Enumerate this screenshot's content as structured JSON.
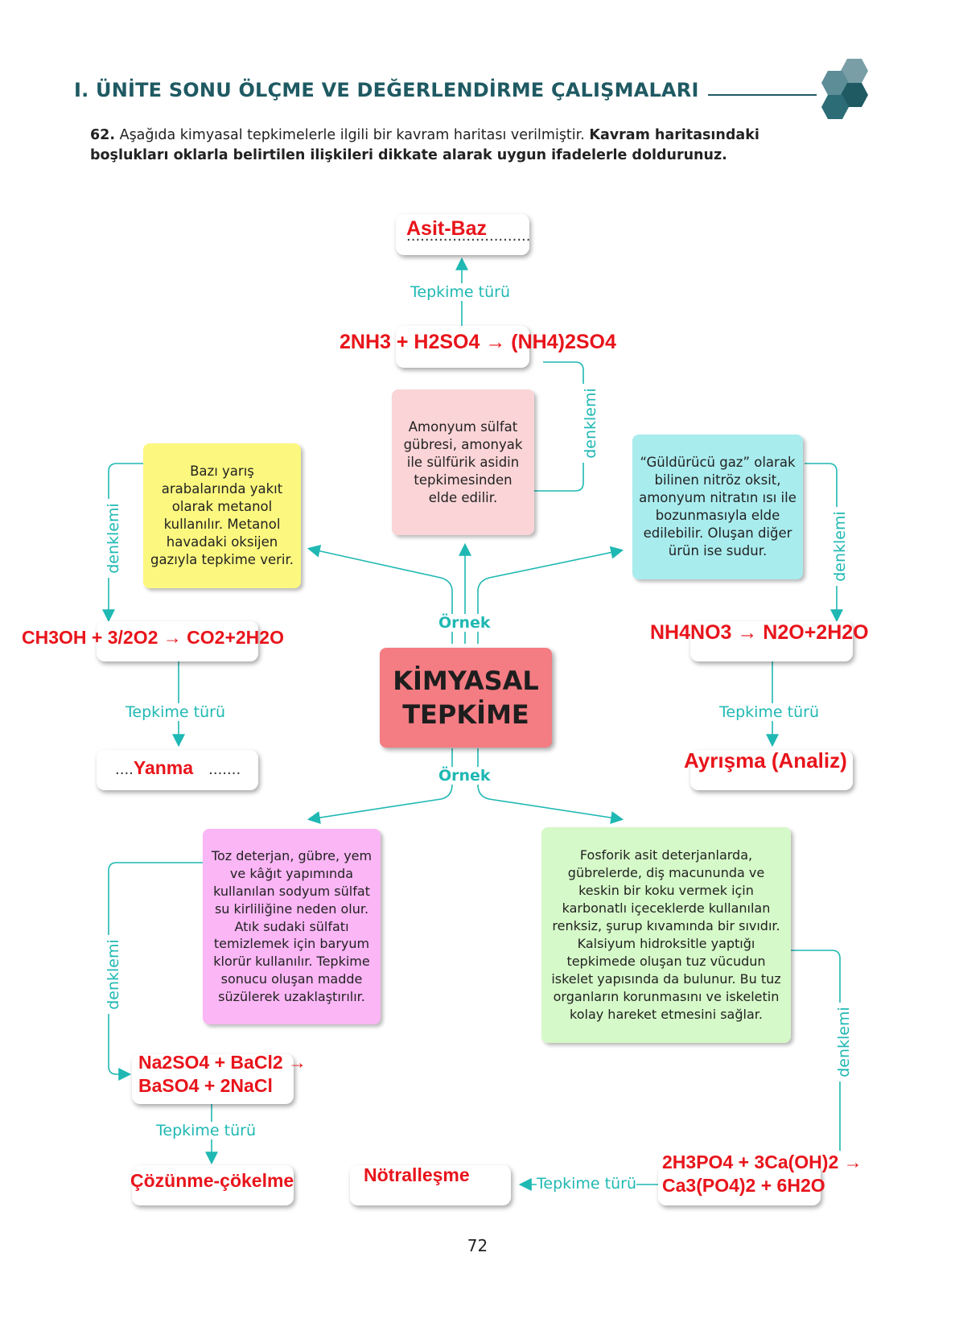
{
  "header": {
    "title": "I. ÜNİTE SONU ÖLÇME VE DEĞERLENDİRME ÇALIŞMALARI"
  },
  "question": {
    "number": "62.",
    "text": "Aşağıda kimyasal tepkimelerle ilgili bir kavram haritası verilmiştir.",
    "instruction": "Kavram haritasındaki boşlukları oklarla belirtilen ilişkileri dikkate alarak uygun ifadelerle doldurunuz."
  },
  "center": {
    "line1": "KİMYASAL",
    "line2": "TEPKİME"
  },
  "labels": {
    "tepkime_turu": "Tepkime türü",
    "denklemi": "denklemi",
    "ornek": "Örnek"
  },
  "boxes": {
    "yellow": "Bazı yarış arabalarında yakıt olarak metanol kullanılır. Metanol havadaki oksijen gazıyla tepkime verir.",
    "pink": "Amonyum sülfat gübresi, amonyak ile sülfürik asidin tepkimesinden elde edilir.",
    "cyan": "“Güldürücü gaz” olarak bilinen nitröz oksit, amonyum nitratın ısı ile bozunmasıyla elde edilebilir. Oluşan diğer ürün ise sudur.",
    "magenta": "Toz deterjan, gübre, yem ve kâğıt yapımında kullanılan sodyum sülfat su kirliliğine neden olur. Atık sudaki sülfatı temizlemek için baryum klorür kullanılır. Tepkime sonucu oluşan madde süzülerek uzaklaştırılır.",
    "green": "Fosforik asit deterjanlarda, gübrelerde, diş macununda ve keskin bir koku vermek için karbonatlı içeceklerde kullanılan renksiz, şurup kıvamında bir sıvıdır. Kalsiyum hidroksitle yaptığı tepkimede oluşan tuz vücudun iskelet yapısında da bulunur. Bu tuz organların korunmasını ve iskeletin kolay hareket etmesini sağlar."
  },
  "answers": {
    "top_type": "Asit-Baz",
    "top_eq": "2NH3 + H2SO4 → (NH4)2SO4",
    "left_eq": "CH3OH + 3/2O2 → CO2+2H2O",
    "left_type": "Yanma",
    "right_eq": "NH4NO3 → N2O+2H2O",
    "right_type": "Ayrışma (Analiz)",
    "bl_eq_1": "Na2SO4 + BaCl2 →",
    "bl_eq_2": "BaSO4 + 2NaCl",
    "bl_type": "Çözünme-çökelme",
    "br_type": "Nötralleşme",
    "br_eq_1": "2H3PO4 + 3Ca(OH)2 →",
    "br_eq_2": "Ca3(PO4)2 + 6H2O"
  },
  "dots": {
    "top": "...........................",
    "left_a": "....",
    "left_b": "......."
  },
  "colors": {
    "teal": "#1fb8b3",
    "answer_red": "#e8141b",
    "yellow": "#fcf87f",
    "pink": "#fad4d6",
    "cyan": "#a9ecee",
    "magenta": "#fbb6f5",
    "green": "#d5f9c8",
    "center": "#f47c83"
  },
  "page_number": "72"
}
